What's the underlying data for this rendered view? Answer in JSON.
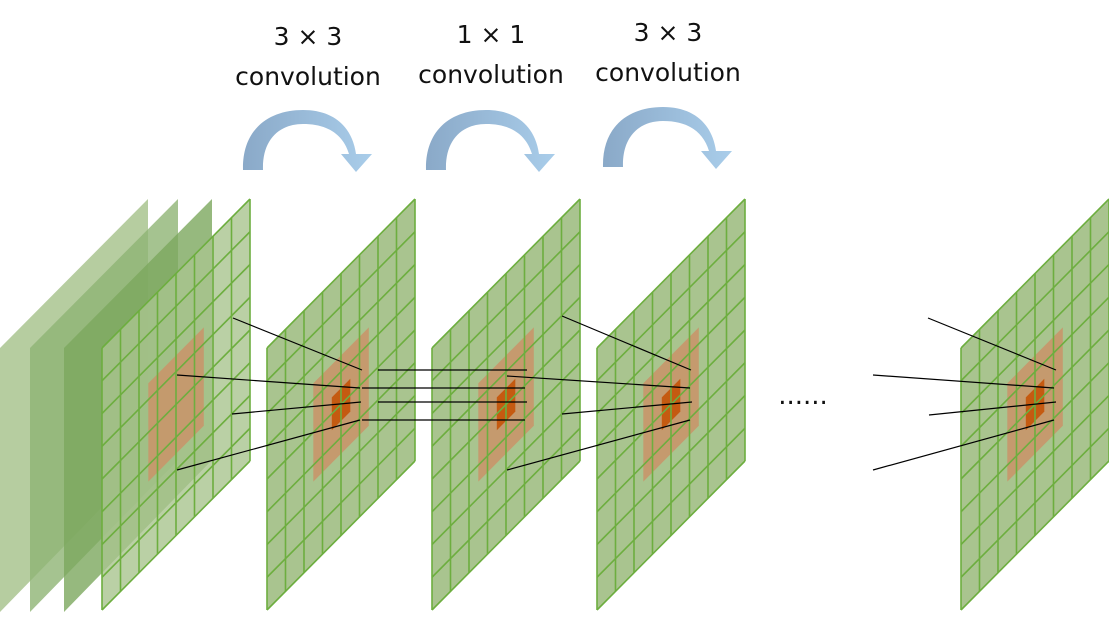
{
  "operations": [
    {
      "kernel": "3 × 3",
      "name": "convolution"
    },
    {
      "kernel": "1 × 1",
      "name": "convolution"
    },
    {
      "kernel": "3 × 3",
      "name": "convolution"
    }
  ],
  "ellipsis": "......",
  "colors": {
    "layer_fill": "#a9c48f",
    "grid_line": "#6dae3f",
    "stack_fill": "#84aa6a",
    "receptive_field": "#c8966a",
    "center_cell": "#c55a11",
    "arrow": "#9dc3e6",
    "connector": "#000000"
  }
}
